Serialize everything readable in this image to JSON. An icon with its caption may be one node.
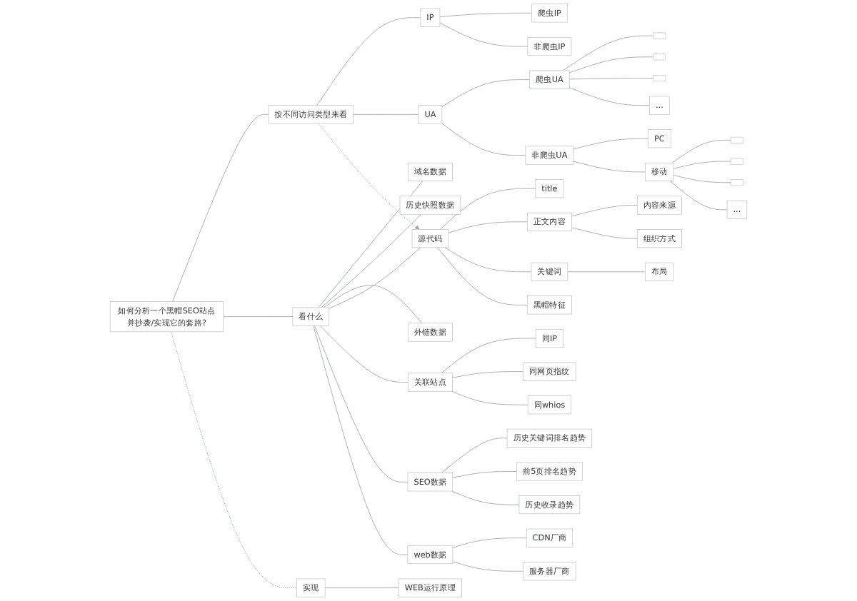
{
  "diagram": {
    "nodes": [
      {
        "text": [
          "如何分析一个黑帽SEO站点并抄袭/实现它的套路?"
        ]
      },
      {
        "text": [
          "按不同访问类型来看"
        ]
      },
      {
        "text": [
          "IP"
        ]
      },
      {
        "text": [
          "爬虫IP"
        ]
      },
      {
        "text": [
          "非爬虫IP"
        ]
      },
      {
        "text": [
          "UA"
        ]
      },
      {
        "text": [
          "爬虫UA"
        ]
      },
      {
        "text": [],
        "shape": "box"
      },
      {
        "text": [],
        "shape": "box"
      },
      {
        "text": [],
        "shape": "box"
      },
      {
        "text": [
          "..."
        ]
      },
      {
        "text": [
          "非爬虫UA"
        ]
      },
      {
        "text": [
          "PC"
        ]
      },
      {
        "text": [
          "移动"
        ]
      },
      {
        "text": [],
        "shape": "box"
      },
      {
        "text": [],
        "shape": "box"
      },
      {
        "text": [],
        "shape": "box"
      },
      {
        "text": [
          "..."
        ]
      },
      {
        "text": [
          "看什么"
        ]
      },
      {
        "text": [
          "域名数据"
        ]
      },
      {
        "text": [
          "历史快照数据"
        ]
      },
      {
        "text": [
          "外链数据"
        ]
      },
      {
        "text": [
          "源代码"
        ]
      },
      {
        "text": [
          "title"
        ]
      },
      {
        "text": [
          "正文内容"
        ]
      },
      {
        "text": [
          "内容来源"
        ]
      },
      {
        "text": [
          "组织方式"
        ]
      },
      {
        "text": [
          "关键词"
        ]
      },
      {
        "text": [
          "布局"
        ]
      },
      {
        "text": [
          "黑帽特征"
        ]
      },
      {
        "text": [
          "关联站点"
        ]
      },
      {
        "text": [
          "同IP"
        ]
      },
      {
        "text": [
          "同网页指纹"
        ]
      },
      {
        "text": [
          "同whios"
        ]
      },
      {
        "text": [
          "SEO数据"
        ]
      },
      {
        "text": [
          "历史关键词排名趋势"
        ]
      },
      {
        "text": [
          "前5页排名趋势"
        ]
      },
      {
        "text": [
          "历史收录趋势"
        ]
      },
      {
        "text": [
          "web数据"
        ]
      },
      {
        "text": [
          "CDN厂商"
        ]
      },
      {
        "text": [
          "服务器厂商"
        ]
      },
      {
        "text": [
          "实现"
        ]
      },
      {
        "text": [
          "WEB运行原理"
        ]
      }
    ],
    "edges": [
      {
        "from": 0,
        "to": 1,
        "arrow": "none"
      },
      {
        "from": 1,
        "to": 2,
        "arrow": "none"
      },
      {
        "from": 2,
        "to": 3,
        "arrow": "none"
      },
      {
        "from": 2,
        "to": 4,
        "arrow": "none"
      },
      {
        "from": 1,
        "to": 5,
        "arrow": "none"
      },
      {
        "from": 5,
        "to": 6,
        "arrow": "none"
      },
      {
        "from": 6,
        "to": 7,
        "arrow": "none"
      },
      {
        "from": 6,
        "to": 8,
        "arrow": "none"
      },
      {
        "from": 6,
        "to": 9,
        "arrow": "none"
      },
      {
        "from": 6,
        "to": 10,
        "arrow": "none"
      },
      {
        "from": 5,
        "to": 11,
        "arrow": "none"
      },
      {
        "from": 11,
        "to": 12,
        "arrow": "none"
      },
      {
        "from": 11,
        "to": 13,
        "arrow": "none"
      },
      {
        "from": 13,
        "to": 14,
        "arrow": "none"
      },
      {
        "from": 13,
        "to": 15,
        "arrow": "none"
      },
      {
        "from": 13,
        "to": 16,
        "arrow": "none"
      },
      {
        "from": 13,
        "to": 17,
        "arrow": "none"
      },
      {
        "from": 0,
        "to": 18,
        "arrow": "none"
      },
      {
        "from": 18,
        "to": 19,
        "arrow": "none"
      },
      {
        "from": 18,
        "to": 20,
        "arrow": "none"
      },
      {
        "from": 18,
        "to": 21,
        "arrow": "none"
      },
      {
        "from": 18,
        "to": 22,
        "arrow": "none"
      },
      {
        "from": 22,
        "to": 23,
        "arrow": "none"
      },
      {
        "from": 22,
        "to": 24,
        "arrow": "none"
      },
      {
        "from": 24,
        "to": 25,
        "arrow": "none"
      },
      {
        "from": 24,
        "to": 26,
        "arrow": "none"
      },
      {
        "from": 22,
        "to": 27,
        "arrow": "none"
      },
      {
        "from": 27,
        "to": 28,
        "arrow": "none"
      },
      {
        "from": 22,
        "to": 29,
        "arrow": "none"
      },
      {
        "from": 18,
        "to": 30,
        "arrow": "none"
      },
      {
        "from": 30,
        "to": 31,
        "arrow": "none"
      },
      {
        "from": 30,
        "to": 32,
        "arrow": "none"
      },
      {
        "from": 30,
        "to": 33,
        "arrow": "none"
      },
      {
        "from": 18,
        "to": 34,
        "arrow": "none"
      },
      {
        "from": 34,
        "to": 35,
        "arrow": "none"
      },
      {
        "from": 34,
        "to": 36,
        "arrow": "none"
      },
      {
        "from": 34,
        "to": 37,
        "arrow": "none"
      },
      {
        "from": 18,
        "to": 38,
        "arrow": "none"
      },
      {
        "from": 38,
        "to": 39,
        "arrow": "none"
      },
      {
        "from": 38,
        "to": 40,
        "arrow": "none"
      },
      {
        "from": 1,
        "to": 22,
        "arrow": "to",
        "style": "dashed"
      },
      {
        "from": 0,
        "to": 41,
        "arrow": "none",
        "style": "dashed"
      },
      {
        "from": 41,
        "to": 42,
        "arrow": "none"
      }
    ]
  }
}
